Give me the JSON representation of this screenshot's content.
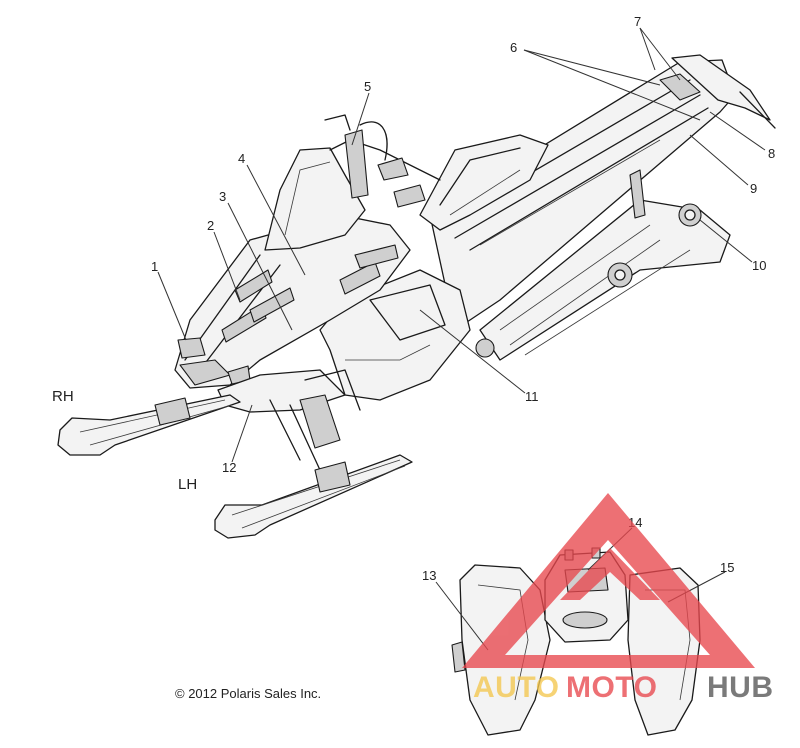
{
  "diagram": {
    "callouts": [
      "1",
      "2",
      "3",
      "4",
      "5",
      "6",
      "7",
      "8",
      "9",
      "10",
      "11",
      "12",
      "13",
      "14",
      "15"
    ],
    "side_labels": {
      "rh": "RH",
      "lh": "LH"
    },
    "copyright": "© 2012 Polaris Sales Inc."
  },
  "watermark": {
    "text_part1": "AUTO",
    "text_part2": "MOTO",
    "text_part3": "HUB",
    "colors": {
      "triangle": "#e8484e",
      "auto": "#f4c74f",
      "moto": "#e8484e",
      "hub": "#555555"
    }
  }
}
